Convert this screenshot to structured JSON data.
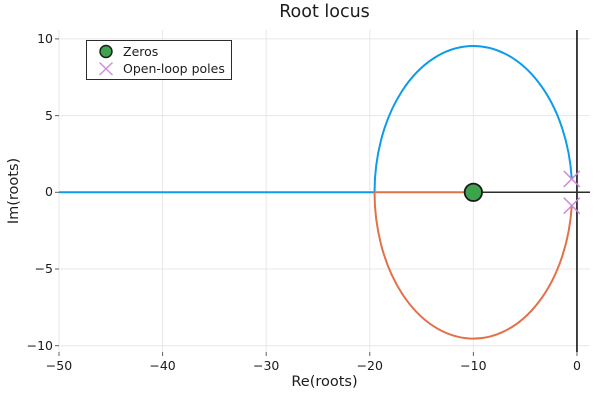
{
  "chart_data": {
    "type": "line",
    "title": "Root locus",
    "xlabel": "Re(roots)",
    "ylabel": "Im(roots)",
    "xlim": [
      -50,
      1.26
    ],
    "ylim": [
      -10.41,
      10.58
    ],
    "grid": true,
    "xticks": {
      "values": [
        -50,
        -40,
        -30,
        -20,
        -10,
        0
      ],
      "labels": [
        "−50",
        "−40",
        "−30",
        "−20",
        "−10",
        "0"
      ]
    },
    "yticks": {
      "values": [
        -10,
        -5,
        0,
        5,
        10
      ],
      "labels": [
        "−10",
        "−5",
        "0",
        "5",
        "10"
      ]
    },
    "legend": {
      "position": "top-left",
      "entries": [
        {
          "label": "Zeros",
          "marker": "circle",
          "color": "#3da44d"
        },
        {
          "label": "Open-loop poles",
          "marker": "x",
          "color": "#cb84d8"
        }
      ]
    },
    "zeros": [
      {
        "re": -10,
        "im": 0
      }
    ],
    "open_loop_poles": [
      {
        "re": -0.5,
        "im": 0.87
      },
      {
        "re": -0.5,
        "im": -0.87
      }
    ],
    "locus_circle": {
      "center_re": -10,
      "center_im": 0,
      "radius": 9.54
    },
    "breakin_re": -19.54,
    "branches": [
      {
        "name": "branch-1",
        "color": "#0d9bec",
        "arc": "upper",
        "real_segment": [
          -50,
          -19.54
        ]
      },
      {
        "name": "branch-2",
        "color": "#e2714a",
        "arc": "lower",
        "real_segment": [
          -19.54,
          -10
        ]
      }
    ],
    "colors": {
      "grid": "#e7e7e7",
      "tick": "#606060",
      "axis_line": "#2e2e2e",
      "zero_fill": "#3da44d",
      "marker_edge": "#1a1a1a",
      "pole": "#cb84d8",
      "text": "#1c1c1c"
    }
  }
}
